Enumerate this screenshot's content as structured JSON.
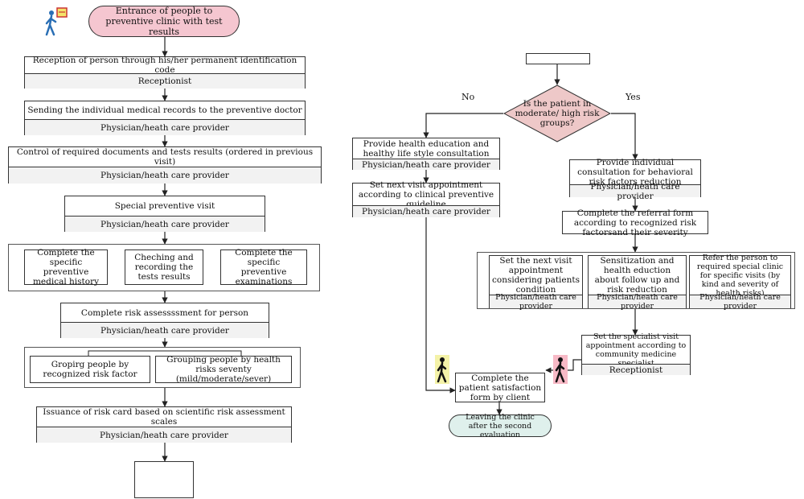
{
  "start": "Entrance of people to preventive clinic with test results",
  "left": {
    "reception": "Reception of person through his/her permanent identification code",
    "receptionist": "Receptionist",
    "sending": "Sending the individual medical records to the preventive doctor",
    "provider": "Physician/heath care provider",
    "control": "Control of required documents and tests results (ordered in previous visit)",
    "special_visit": "Special preventive visit",
    "history": "Complete the specific preventive medical history",
    "checking": "Cheching and recording the tests results",
    "exams": "Complete the specific preventive examinations",
    "risk_assessment": "Complete risk assessssment for person",
    "grouping_factor": "Gropirg people by recognized risk factor",
    "grouping_severity": "Grouping people by health risks seventy (mild/moderate/sever)",
    "risk_card": "Issuance of risk card based on scientific risk assessment scales"
  },
  "right": {
    "decision": "Is the patient in moderate/ high risk groups?",
    "no_label": "No",
    "yes_label": "Yes",
    "health_education": "Provide health education and healthy life style consultation",
    "next_visit_guideline": "Set next visit appointment according to clinical preventive guideline",
    "individual_consultation": "Provide individual consultation for behavioral risk factors reduction",
    "referral_form": "Complete the referral form according to recognized risk factorsand their severity",
    "next_visit_condition": "Set the next visit appointment considering patients condition",
    "sensitization": "Sensitization and health eduction about follow up and risk reduction",
    "refer_special": "Refer the person to required special clinic for specific visits (by kind and severity of health risks)",
    "specialist_visit": "Set the specialist visit appointment according to community medicine specialist",
    "satisfaction": "Complete the patient satisfaction form by client",
    "leaving": "Leaving the clinic after the second evaluation"
  },
  "colors": {
    "start_fill": "#f5c6d0",
    "decision_fill": "#eec8c8",
    "end_fill": "#dff0ec"
  }
}
